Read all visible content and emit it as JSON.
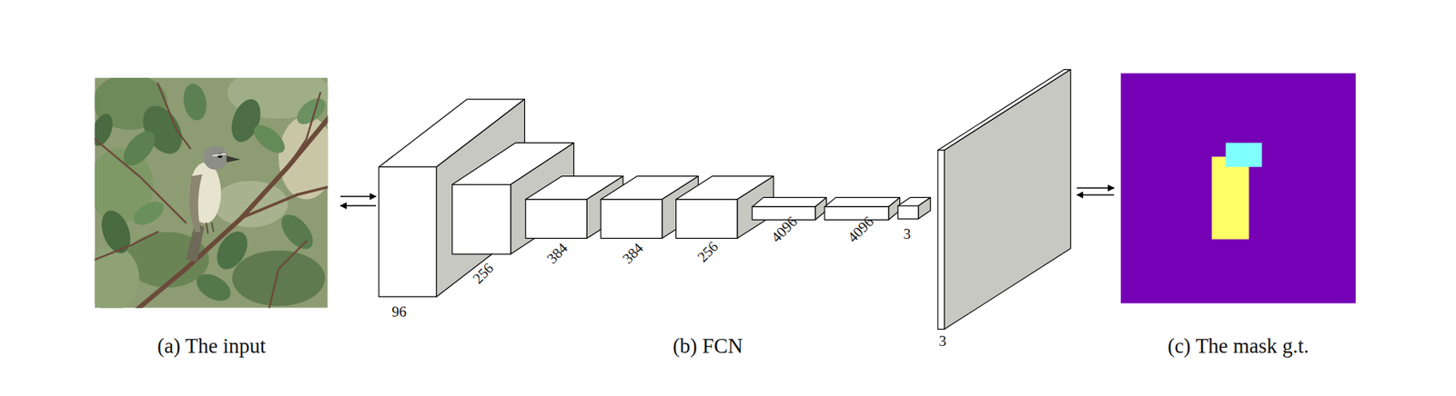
{
  "diagram": {
    "nodes": [
      {
        "text": [
          "(a) The input"
        ]
      },
      {
        "text": [
          "(b) FCN"
        ]
      },
      {
        "text": [
          "(c) The mask g.t."
        ]
      }
    ],
    "edges": [
      {
        "from": 0,
        "to": 1,
        "arrow": "to"
      },
      {
        "from": 1,
        "to": 0,
        "arrow": "to"
      },
      {
        "from": 1,
        "to": 2,
        "arrow": "to"
      },
      {
        "from": 2,
        "to": 1,
        "arrow": "to"
      }
    ],
    "labels": [
      "96",
      "256",
      "384",
      "384",
      "256",
      "4096",
      "4096",
      "3",
      "3"
    ]
  }
}
